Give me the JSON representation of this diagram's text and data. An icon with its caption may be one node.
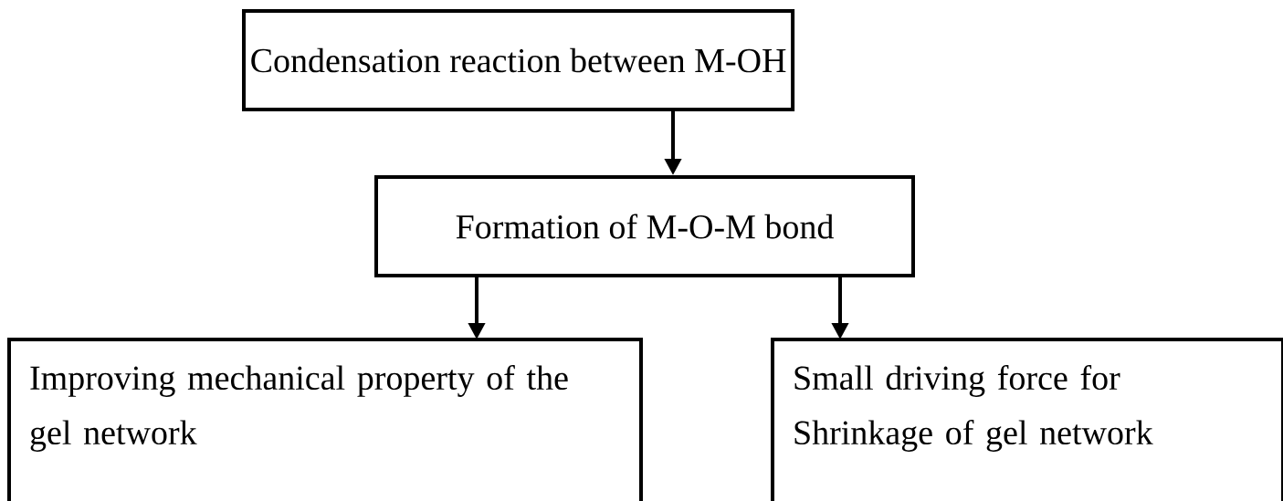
{
  "diagram": {
    "nodes": [
      {
        "text": [
          "Condensation reaction between M-OH"
        ]
      },
      {
        "text": [
          "Formation of M-O-M bond"
        ]
      },
      {
        "text": [
          "Improving mechanical property of the gel network"
        ]
      },
      {
        "text": [
          "Small driving force for Shrinkage of gel network"
        ]
      }
    ],
    "edges": [
      {
        "from": 0,
        "to": 1,
        "arrow": "to"
      },
      {
        "from": 1,
        "to": 2,
        "arrow": "to"
      },
      {
        "from": 1,
        "to": 3,
        "arrow": "to"
      }
    ]
  }
}
